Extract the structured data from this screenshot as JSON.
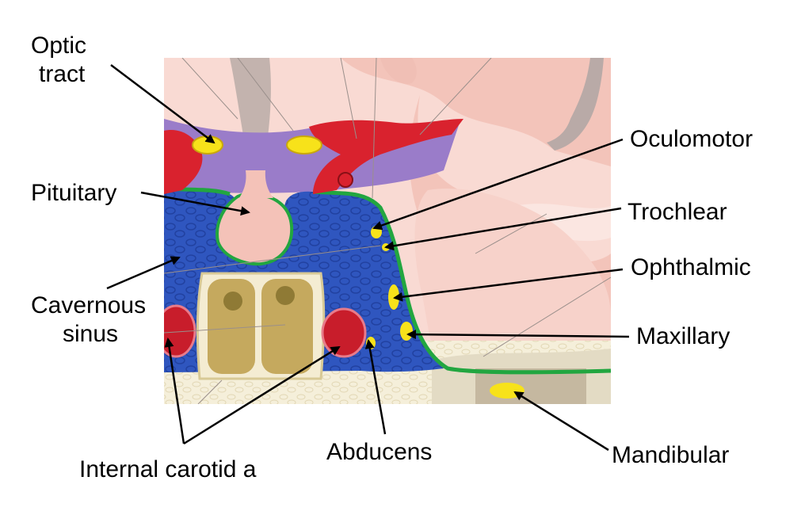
{
  "labels": {
    "optic_tract": [
      "Optic",
      "tract"
    ],
    "pituitary": "Pituitary",
    "cavernous_sinus": [
      "Cavernous",
      "sinus"
    ],
    "internal_carotid": "Internal carotid a",
    "abducens": "Abducens",
    "oculomotor": "Oculomotor",
    "trochlear": "Trochlear",
    "ophthalmic": "Ophthalmic",
    "maxillary": "Maxillary",
    "mandibular": "Mandibular"
  },
  "colors": {
    "brain_tissue": "#f6c9c0",
    "venous_sinus": "#2e51b8",
    "sinus_wall": "#22a640",
    "artery": "#d9222e",
    "nerve": "#f7e21a",
    "sphenoid_bone": "#b8a058",
    "purple_region": "#8f74c9"
  }
}
